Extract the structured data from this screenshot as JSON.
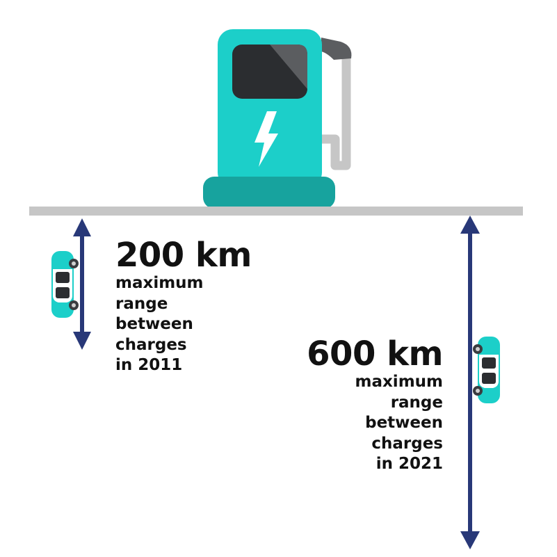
{
  "colors": {
    "pump_teal": "#1ccfc9",
    "pump_base": "#17a39e",
    "screen_dark": "#2b2d30",
    "screen_light": "#5b5d60",
    "hose_gray": "#c6c6c6",
    "ground_gray": "#c6c6c6",
    "arrow_navy": "#283878",
    "car_teal": "#1ccfc9",
    "text": "#111111"
  },
  "icons": [
    "charging-station-icon",
    "lightning-bolt-icon",
    "car-icon",
    "double-arrow-icon"
  ],
  "range_2011": {
    "value": "200 km",
    "lines": [
      "maximum",
      "range",
      "between",
      "charges",
      "in 2011"
    ]
  },
  "range_2021": {
    "value": "600 km",
    "lines": [
      "maximum",
      "range",
      "between",
      "charges",
      "in 2021"
    ]
  }
}
